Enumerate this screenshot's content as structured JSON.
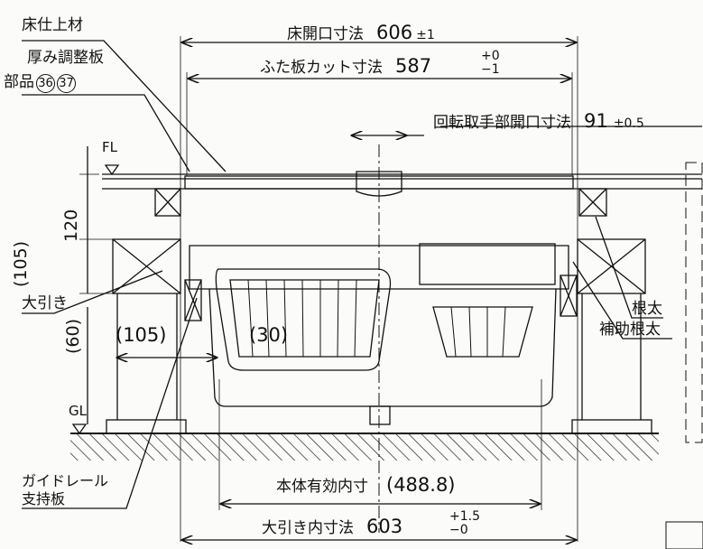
{
  "labels": {
    "floor_finish": "床仕上材",
    "shim_plate": "厚み調整板",
    "parts_prefix": "部品",
    "part_a": "36",
    "part_b": "37",
    "sill": "大引き",
    "joist": "根太",
    "aux_joist": "補助根太",
    "guide_rail_1": "ガイドレール",
    "guide_rail_2": "支持板",
    "fl": "FL",
    "gl": "GL"
  },
  "dimensions": {
    "floor_opening": {
      "label": "床開口寸法",
      "value": "606",
      "tol": "±1"
    },
    "lid_cut": {
      "label": "ふた板カット寸法",
      "value": "587",
      "tol_plus": "+0",
      "tol_minus": "−1"
    },
    "handle_opening": {
      "label": "回転取手部開口寸法",
      "value": "91",
      "tol": "±0.5"
    },
    "body_inner": {
      "label": "本体有効内寸",
      "value": "(488.8)"
    },
    "sill_inner": {
      "label": "大引き内寸法",
      "value": "603",
      "tol_plus": "+1.5",
      "tol_minus": "−0"
    },
    "v120": "120",
    "v105_left": "(105)",
    "v60": "(60)",
    "h105": "(105)",
    "h30": "(30)"
  }
}
